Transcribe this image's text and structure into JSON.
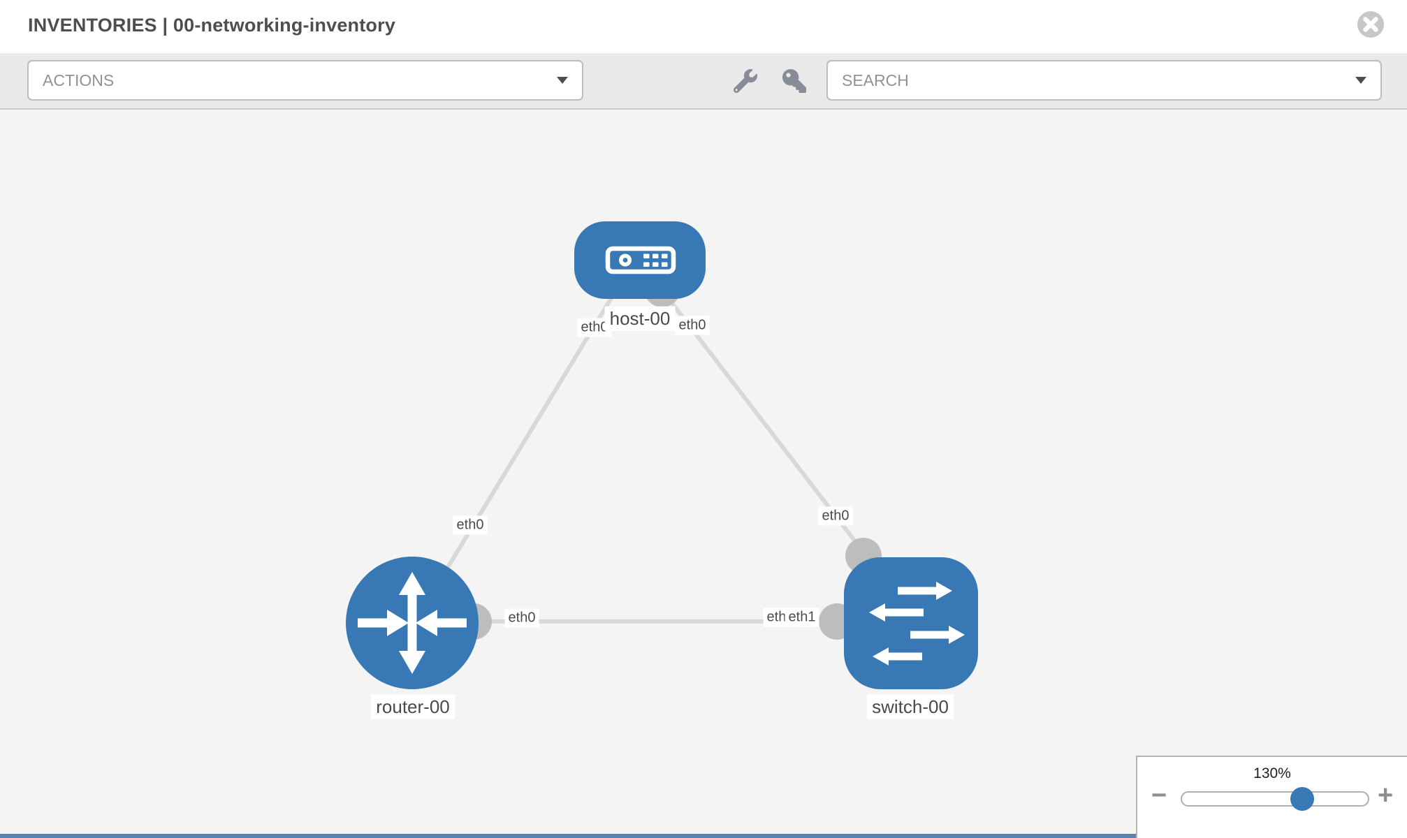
{
  "header": {
    "title": "INVENTORIES | 00-networking-inventory"
  },
  "toolbar": {
    "actions_label": "ACTIONS",
    "search_placeholder": "SEARCH",
    "icons": [
      "wrench-icon",
      "key-icon"
    ]
  },
  "topology": {
    "nodes": [
      {
        "id": "host-00",
        "type": "host",
        "label": "host-00"
      },
      {
        "id": "router-00",
        "type": "router",
        "label": "router-00"
      },
      {
        "id": "switch-00",
        "type": "switch",
        "label": "switch-00"
      }
    ],
    "edges": [
      {
        "from": "host-00",
        "from_if": "eth0",
        "to": "router-00",
        "to_if": "eth0"
      },
      {
        "from": "host-00",
        "from_if": "eth0",
        "to": "switch-00",
        "to_if": "eth0"
      },
      {
        "from": "router-00",
        "from_if": "eth0",
        "to": "switch-00",
        "to_if": "eth1"
      }
    ],
    "edge_labels": {
      "host_left": "eth0",
      "host_right": "eth0",
      "host_router_mid": "eth0",
      "host_switch_mid": "eth0",
      "router_side": "eth0",
      "switch_side_back": "eth0",
      "switch_side_front": "eth1"
    }
  },
  "zoom": {
    "level": "130%",
    "zoom_out": "−",
    "zoom_in": "+"
  },
  "colors": {
    "node_fill": "#3878b4",
    "edge": "#d8d8d8",
    "interface_circle": "#bdbdbd",
    "canvas_bg": "#f4f4f4",
    "toolbar_bg": "#e9e9e9",
    "label_text": "#4a4a4a",
    "slider_thumb": "#3878b4",
    "close_icon_bg": "#c7c7c7"
  },
  "icon_map": {
    "close": "circle-x",
    "wrench": "wrench",
    "key": "key",
    "dropdown": "triangle-down"
  }
}
